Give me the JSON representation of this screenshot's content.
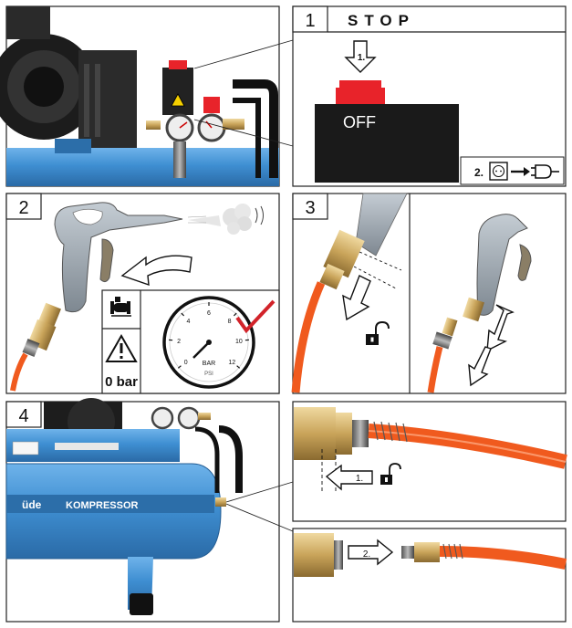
{
  "step1": {
    "number": "1",
    "title": "STOP",
    "arrow1_label": "1.",
    "off_label": "OFF",
    "step2_label": "2."
  },
  "step2": {
    "number": "2",
    "warning_label": "0 bar",
    "gauge_unit": "BAR",
    "gauge_unit2": "PSI",
    "gauge_ticks": [
      "0",
      "2",
      "4",
      "6",
      "8",
      "10",
      "12"
    ]
  },
  "step3": {
    "number": "3"
  },
  "step4": {
    "number": "4",
    "brand_partial": "üde",
    "model": "KOMPRESSOR",
    "arrow1_label": "1.",
    "arrow2_label": "2."
  },
  "colors": {
    "compressor_blue": "#3f8fd2",
    "hose_orange": "#f05a1e",
    "stop_red": "#e8232a",
    "brass": "#c9a45a",
    "tool_grey": "#9aa4ad"
  },
  "icons": [
    "stop-button-icon",
    "power-socket-icon",
    "plug-icon",
    "air-gun-icon",
    "air-cloud-icon",
    "compressor-icon",
    "warning-triangle-icon",
    "pressure-gauge-icon",
    "unlock-padlock-icon",
    "quick-coupling-icon",
    "hose-nipple-icon"
  ]
}
